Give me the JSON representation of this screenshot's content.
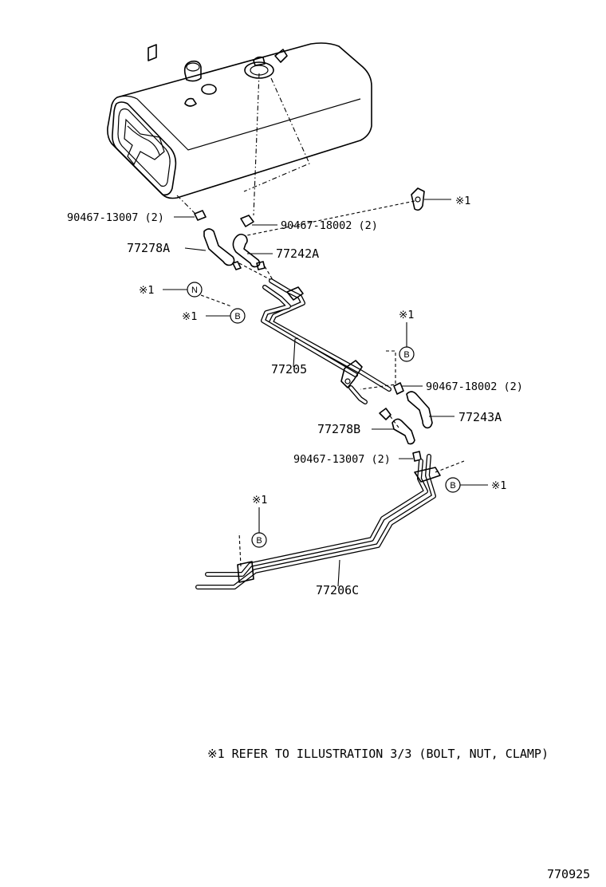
{
  "labels": {
    "clamp_top_left": "90467-13007 (2)",
    "clamp_top_right": "90467-18002 (2)",
    "hose_77278A": "77278A",
    "hose_77242A": "77242A",
    "pipe_77205": "77205",
    "clamp_mid_right": "90467-18002 (2)",
    "hose_77243A": "77243A",
    "hose_77278B": "77278B",
    "clamp_mid_left": "90467-13007 (2)",
    "pipe_77206C": "77206C",
    "ref_mark": "※1",
    "circle_n": "N",
    "circle_b": "B"
  },
  "note": "※1 REFER TO ILLUSTRATION 3/3 (BOLT, NUT, CLAMP)",
  "illustration_id": "770925"
}
